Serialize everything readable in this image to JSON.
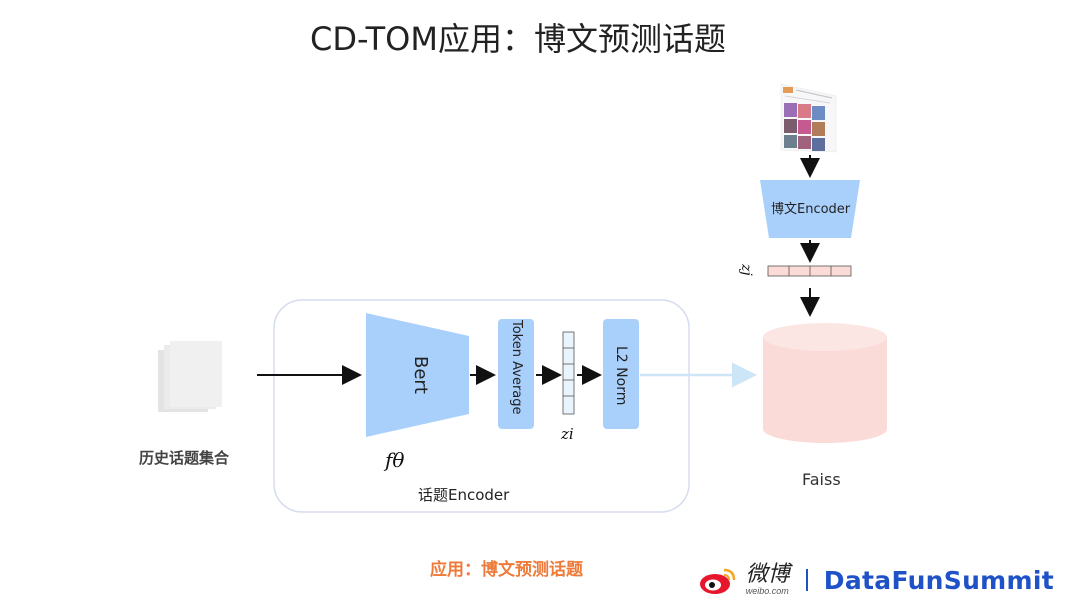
{
  "title": "CD-TOM应用：博文预测话题",
  "diagram": {
    "history_label": "历史话题集合",
    "bert_label": "Bert",
    "f_theta_label": "fθ",
    "token_average_label": "Token Average",
    "z_i_label": "zi",
    "l2_norm_label": "L2 Norm",
    "topic_encoder_label": "话题Encoder",
    "weibo_encoder_label": "博文Encoder",
    "z_j_label": "zj",
    "faiss_label": "Faiss"
  },
  "caption": "应用：博文预测话题",
  "footer": {
    "weibo_text": "微博",
    "weibo_url_text": "weibo.com",
    "brand": "DataFunSummit"
  },
  "colors": {
    "encoder_blue": "#a9cffb",
    "faiss_pink": "#fadbd8",
    "caption_orange": "#ee7b3a",
    "brand_blue": "#1f52c7"
  }
}
